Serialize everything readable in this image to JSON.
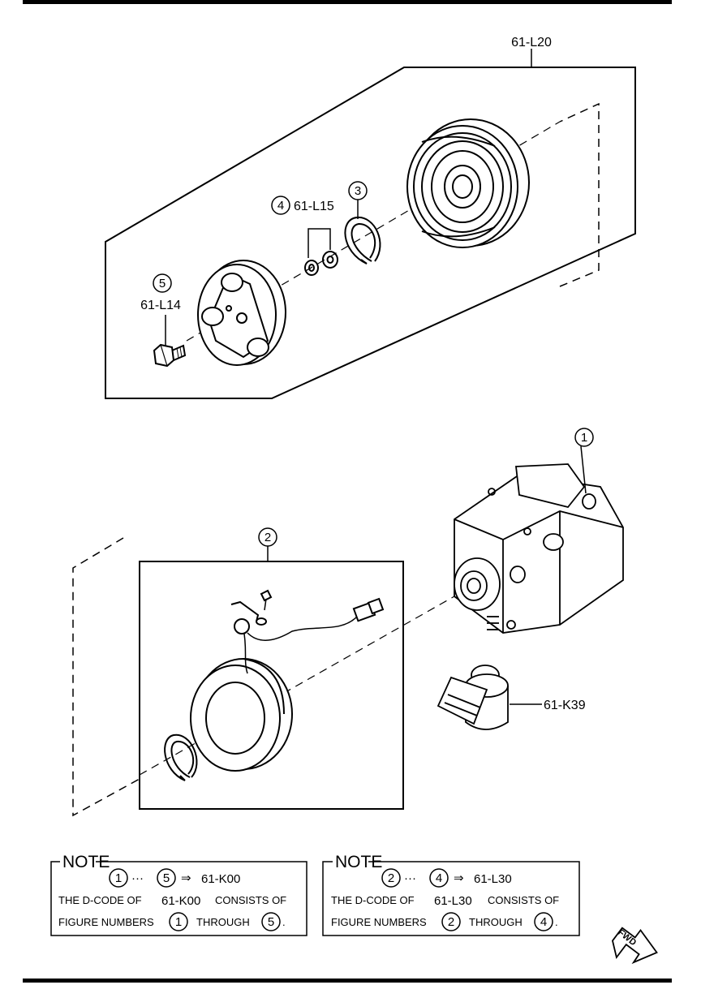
{
  "callouts": {
    "assembly_upper": "61-L20",
    "bolt": "61-L14",
    "washers": "61-L15",
    "valve": "61-K39",
    "n1": "1",
    "n2": "2",
    "n3": "3",
    "n4": "4",
    "n5": "5"
  },
  "notes": [
    {
      "heading": "NOTE",
      "range_from": "1",
      "ellipsis": "···",
      "range_to": "5",
      "arrow": "⇒",
      "dcode": "61-K00",
      "line2_prefix": "THE D-CODE OF",
      "line2_code": "61-K00",
      "line2_suffix": "CONSISTS OF",
      "line3_prefix": "FIGURE NUMBERS",
      "line3_from": "1",
      "line3_mid": "THROUGH",
      "line3_to": "5",
      "line3_end": "."
    },
    {
      "heading": "NOTE",
      "range_from": "2",
      "ellipsis": "···",
      "range_to": "4",
      "arrow": "⇒",
      "dcode": "61-L30",
      "line2_prefix": "THE D-CODE OF",
      "line2_code": "61-L30",
      "line2_suffix": "CONSISTS OF",
      "line3_prefix": "FIGURE NUMBERS",
      "line3_from": "2",
      "line3_mid": "THROUGH",
      "line3_to": "4",
      "line3_end": "."
    }
  ],
  "fwd_label": "FWD"
}
